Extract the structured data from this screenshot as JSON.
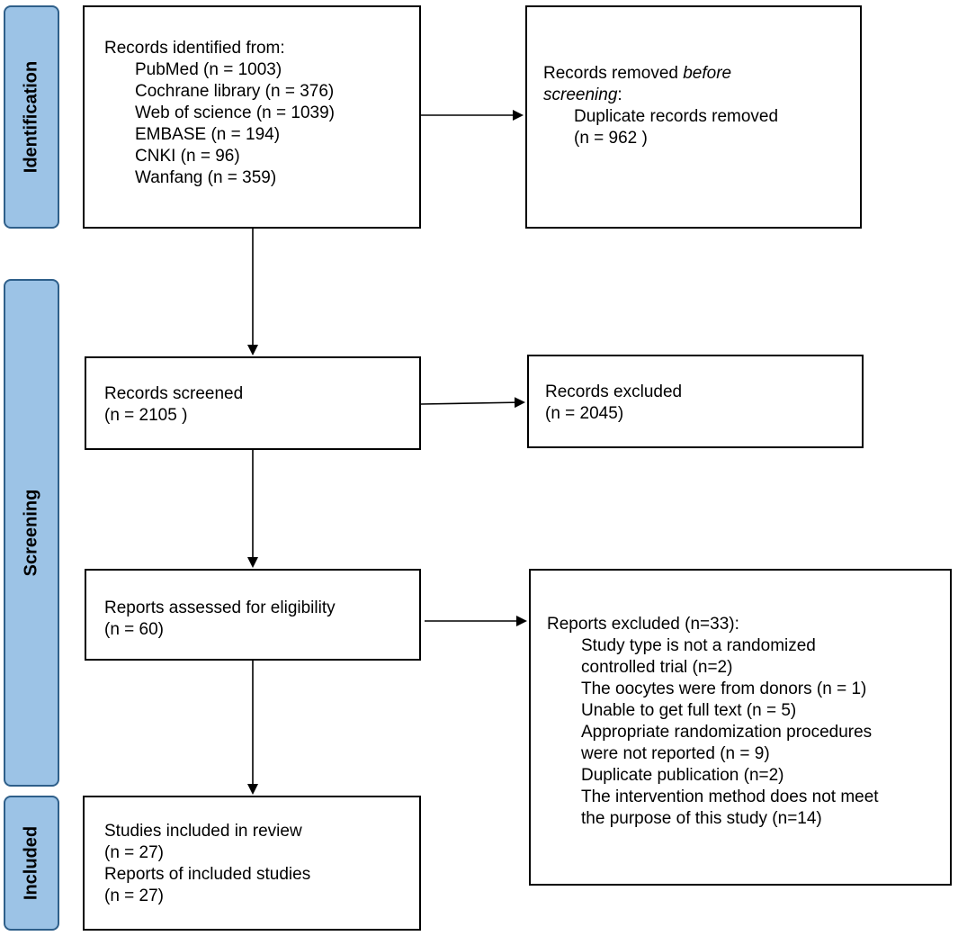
{
  "phases": {
    "identification": "Identification",
    "screening": "Screening",
    "included": "Included"
  },
  "boxes": {
    "records_identified": {
      "heading": "Records identified from:",
      "sources": [
        "PubMed (n = 1003)",
        "Cochrane library (n = 376)",
        "Web of science (n = 1039)",
        "EMBASE (n = 194)",
        "CNKI (n = 96)",
        "Wanfang (n = 359)"
      ]
    },
    "records_removed": {
      "heading_prefix": "Records removed ",
      "heading_emph": "before screening",
      "heading_suffix": ":",
      "item": "Duplicate records removed",
      "count": "(n = 962 )"
    },
    "records_screened": {
      "label": "Records screened",
      "count": "(n = 2105 )"
    },
    "records_excluded": {
      "label": "Records excluded",
      "count": "(n = 2045)"
    },
    "reports_assessed": {
      "label": "Reports assessed for eligibility",
      "count": "(n = 60)"
    },
    "reports_excluded": {
      "heading": "Reports excluded (n=33):",
      "reasons": [
        "Study type is not a randomized",
        "controlled trial (n=2)",
        "The oocytes were from donors (n = 1)",
        "Unable to get full text (n = 5)",
        "Appropriate randomization procedures",
        "were not reported (n = 9)",
        "Duplicate publication (n=2)",
        "The intervention method does not meet",
        "the purpose of this study (n=14)"
      ]
    },
    "included": {
      "studies_label": "Studies included in review",
      "studies_count": "(n = 27)",
      "reports_label": "Reports of included studies",
      "reports_count": "(n = 27)"
    }
  }
}
